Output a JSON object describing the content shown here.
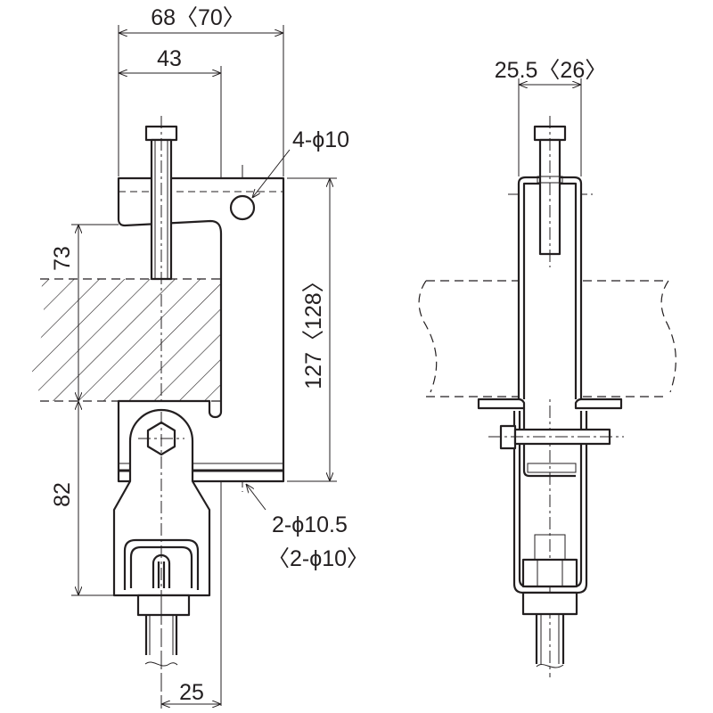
{
  "drawing": {
    "left_view": {
      "dim_overall_width": "68〈70〉",
      "dim_jaw_width": "43",
      "dim_hole_label": "4-ϕ10",
      "dim_height_total": "127〈128〉",
      "dim_upper": "73",
      "dim_lower": "82",
      "dim_bottom_holes_line1": "2-ϕ10.5",
      "dim_bottom_holes_line2": "〈2-ϕ10〉",
      "dim_offset": "25"
    },
    "right_view": {
      "dim_width": "25.5〈26〉"
    },
    "line_color": "#231f20"
  }
}
